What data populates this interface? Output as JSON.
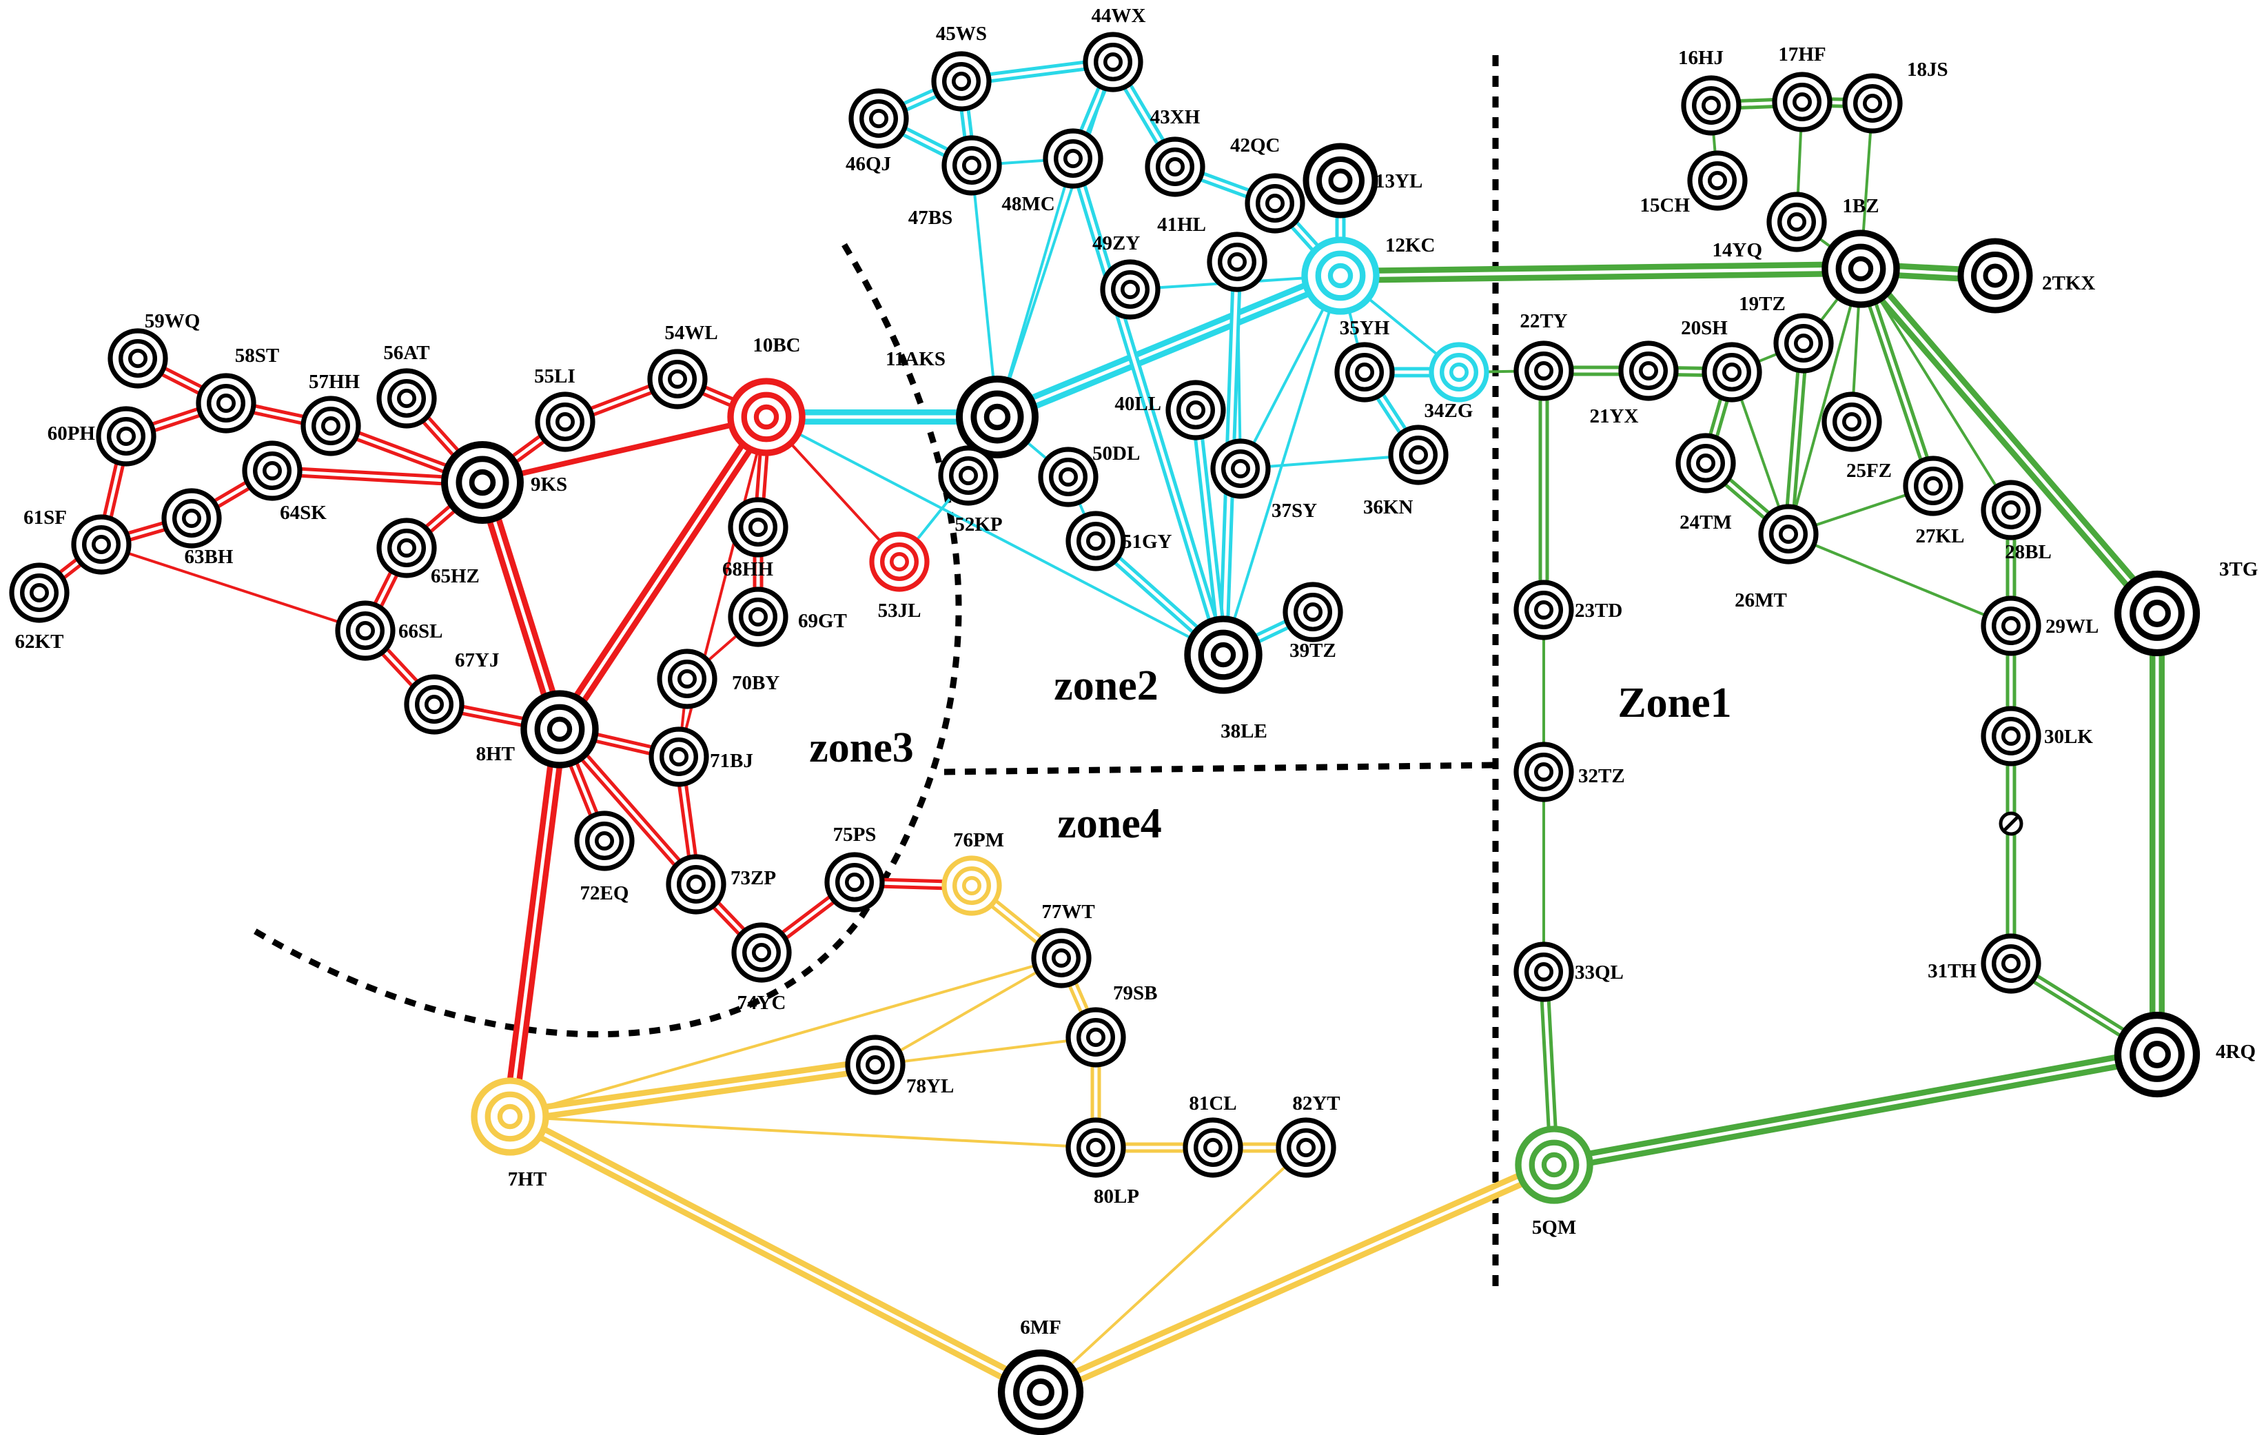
{
  "colors": {
    "zone1": "#4aa83c",
    "zone2": "#2ad8e8",
    "zone3": "#ec1b1b",
    "zone4": "#f6cb4a",
    "black": "#000000"
  },
  "zones": [
    {
      "id": "zone1",
      "label": "Zone1"
    },
    {
      "id": "zone2",
      "label": "zone2"
    },
    {
      "id": "zone3",
      "label": "zone3"
    },
    {
      "id": "zone4",
      "label": "zone4"
    }
  ],
  "nodes": [
    {
      "id": "1BZ",
      "label": "1BZ"
    },
    {
      "id": "2TKX",
      "label": "2TKX"
    },
    {
      "id": "3TG",
      "label": "3TG"
    },
    {
      "id": "4RQ",
      "label": "4RQ"
    },
    {
      "id": "5QM",
      "label": "5QM"
    },
    {
      "id": "6MF",
      "label": "6MF"
    },
    {
      "id": "7HT",
      "label": "7HT"
    },
    {
      "id": "8HT",
      "label": "8HT"
    },
    {
      "id": "9KS",
      "label": "9KS"
    },
    {
      "id": "10BC",
      "label": "10BC"
    },
    {
      "id": "11AKS",
      "label": "11AKS"
    },
    {
      "id": "12KC",
      "label": "12KC"
    },
    {
      "id": "13YL",
      "label": "13YL"
    },
    {
      "id": "14YQ",
      "label": "14YQ"
    },
    {
      "id": "15CH",
      "label": "15CH"
    },
    {
      "id": "16HJ",
      "label": "16HJ"
    },
    {
      "id": "17HF",
      "label": "17HF"
    },
    {
      "id": "18JS",
      "label": "18JS"
    },
    {
      "id": "19TZ",
      "label": "19TZ"
    },
    {
      "id": "20SH",
      "label": "20SH"
    },
    {
      "id": "21YX",
      "label": "21YX"
    },
    {
      "id": "22TY",
      "label": "22TY"
    },
    {
      "id": "23TD",
      "label": "23TD"
    },
    {
      "id": "24TM",
      "label": "24TM"
    },
    {
      "id": "25FZ",
      "label": "25FZ"
    },
    {
      "id": "26MT",
      "label": "26MT"
    },
    {
      "id": "27KL",
      "label": "27KL"
    },
    {
      "id": "28BL",
      "label": "28BL"
    },
    {
      "id": "29WL",
      "label": "29WL"
    },
    {
      "id": "30LK",
      "label": "30LK"
    },
    {
      "id": "31TH",
      "label": "31TH"
    },
    {
      "id": "32TZ",
      "label": "32TZ"
    },
    {
      "id": "33QL",
      "label": "33QL"
    },
    {
      "id": "34ZG",
      "label": "34ZG"
    },
    {
      "id": "35YH",
      "label": "35YH"
    },
    {
      "id": "36KN",
      "label": "36KN"
    },
    {
      "id": "37SY",
      "label": "37SY"
    },
    {
      "id": "38LE",
      "label": "38LE"
    },
    {
      "id": "39TZ",
      "label": "39TZ"
    },
    {
      "id": "40LL",
      "label": "40LL"
    },
    {
      "id": "41HL",
      "label": "41HL"
    },
    {
      "id": "42QC",
      "label": "42QC"
    },
    {
      "id": "43XH",
      "label": "43XH"
    },
    {
      "id": "44WX",
      "label": "44WX"
    },
    {
      "id": "45WS",
      "label": "45WS"
    },
    {
      "id": "46QJ",
      "label": "46QJ"
    },
    {
      "id": "47BS",
      "label": "47BS"
    },
    {
      "id": "48MC",
      "label": "48MC"
    },
    {
      "id": "49ZY",
      "label": "49ZY"
    },
    {
      "id": "50DL",
      "label": "50DL"
    },
    {
      "id": "51GY",
      "label": "51GY"
    },
    {
      "id": "52KP",
      "label": "52KP"
    },
    {
      "id": "53JL",
      "label": "53JL"
    },
    {
      "id": "54WL",
      "label": "54WL"
    },
    {
      "id": "55LI",
      "label": "55LI"
    },
    {
      "id": "56AT",
      "label": "56AT"
    },
    {
      "id": "57HH",
      "label": "57HH"
    },
    {
      "id": "58ST",
      "label": "58ST"
    },
    {
      "id": "59WQ",
      "label": "59WQ"
    },
    {
      "id": "60PH",
      "label": "60PH"
    },
    {
      "id": "61SF",
      "label": "61SF"
    },
    {
      "id": "62KT",
      "label": "62KT"
    },
    {
      "id": "63BH",
      "label": "63BH"
    },
    {
      "id": "64SK",
      "label": "64SK"
    },
    {
      "id": "65HZ",
      "label": "65HZ"
    },
    {
      "id": "66SL",
      "label": "66SL"
    },
    {
      "id": "67YJ",
      "label": "67YJ"
    },
    {
      "id": "68HH",
      "label": "68HH"
    },
    {
      "id": "69GT",
      "label": "69GT"
    },
    {
      "id": "70BY",
      "label": "70BY"
    },
    {
      "id": "71BJ",
      "label": "71BJ"
    },
    {
      "id": "72EQ",
      "label": "72EQ"
    },
    {
      "id": "73ZP",
      "label": "73ZP"
    },
    {
      "id": "74YC",
      "label": "74YC"
    },
    {
      "id": "75PS",
      "label": "75PS"
    },
    {
      "id": "76PM",
      "label": "76PM"
    },
    {
      "id": "77WT",
      "label": "77WT"
    },
    {
      "id": "78YL",
      "label": "78YL"
    },
    {
      "id": "79SB",
      "label": "79SB"
    },
    {
      "id": "80LP",
      "label": "80LP"
    },
    {
      "id": "81CL",
      "label": "81CL"
    },
    {
      "id": "82YT",
      "label": "82YT"
    }
  ],
  "edges": [
    [
      "12KC",
      "1BZ",
      "zone1",
      "triple"
    ],
    [
      "1BZ",
      "2TKX",
      "zone1",
      "triple"
    ],
    [
      "1BZ",
      "3TG",
      "zone1",
      "triple"
    ],
    [
      "3TG",
      "4RQ",
      "zone1",
      "triple"
    ],
    [
      "4RQ",
      "5QM",
      "zone1",
      "triple"
    ],
    [
      "4RQ",
      "31TH",
      "zone1",
      "double"
    ],
    [
      "31TH",
      "30LK",
      "zone1",
      "double"
    ],
    [
      "30LK",
      "29WL",
      "zone1",
      "double"
    ],
    [
      "29WL",
      "28BL",
      "zone1",
      "double"
    ],
    [
      "28BL",
      "1BZ",
      "zone1",
      "single"
    ],
    [
      "1BZ",
      "14YQ",
      "zone1",
      "single"
    ],
    [
      "14YQ",
      "17HF",
      "zone1",
      "single"
    ],
    [
      "16HJ",
      "17HF",
      "zone1",
      "double"
    ],
    [
      "17HF",
      "18JS",
      "zone1",
      "double"
    ],
    [
      "16HJ",
      "15CH",
      "zone1",
      "single"
    ],
    [
      "18JS",
      "1BZ",
      "zone1",
      "single"
    ],
    [
      "1BZ",
      "19TZ",
      "zone1",
      "single"
    ],
    [
      "1BZ",
      "25FZ",
      "zone1",
      "single"
    ],
    [
      "1BZ",
      "27KL",
      "zone1",
      "double"
    ],
    [
      "1BZ",
      "26MT",
      "zone1",
      "single"
    ],
    [
      "19TZ",
      "20SH",
      "zone1",
      "single"
    ],
    [
      "19TZ",
      "26MT",
      "zone1",
      "double"
    ],
    [
      "20SH",
      "24TM",
      "zone1",
      "double"
    ],
    [
      "20SH",
      "26MT",
      "zone1",
      "single"
    ],
    [
      "20SH",
      "21YX",
      "zone1",
      "double"
    ],
    [
      "21YX",
      "22TY",
      "zone1",
      "double"
    ],
    [
      "22TY",
      "34ZG",
      "zone1",
      "single"
    ],
    [
      "24TM",
      "26MT",
      "zone1",
      "double"
    ],
    [
      "26MT",
      "27KL",
      "zone1",
      "single"
    ],
    [
      "26MT",
      "29WL",
      "zone1",
      "single"
    ],
    [
      "22TY",
      "23TD",
      "zone1",
      "double"
    ],
    [
      "23TD",
      "32TZ",
      "zone1",
      "single"
    ],
    [
      "32TZ",
      "33QL",
      "zone1",
      "single"
    ],
    [
      "33QL",
      "5QM",
      "zone1",
      "double"
    ],
    [
      "5QM",
      "6MF",
      "zone4",
      "triple"
    ],
    [
      "10BC",
      "11AKS",
      "zone2",
      "triple"
    ],
    [
      "11AKS",
      "12KC",
      "zone2",
      "triple"
    ],
    [
      "12KC",
      "13YL",
      "zone2",
      "double"
    ],
    [
      "12KC",
      "34ZG",
      "zone2",
      "single"
    ],
    [
      "12KC",
      "35YH",
      "zone2",
      "single"
    ],
    [
      "12KC",
      "42QC",
      "zone2",
      "double"
    ],
    [
      "12KC",
      "38LE",
      "zone2",
      "single"
    ],
    [
      "12KC",
      "37SY",
      "zone2",
      "single"
    ],
    [
      "12KC",
      "49ZY",
      "zone2",
      "single"
    ],
    [
      "35YH",
      "34ZG",
      "zone2",
      "double"
    ],
    [
      "35YH",
      "36KN",
      "zone2",
      "double"
    ],
    [
      "36KN",
      "37SY",
      "zone2",
      "single"
    ],
    [
      "37SY",
      "41HL",
      "zone2",
      "single"
    ],
    [
      "38LE",
      "41HL",
      "zone2",
      "double"
    ],
    [
      "38LE",
      "40LL",
      "zone2",
      "double"
    ],
    [
      "38LE",
      "39TZ",
      "zone2",
      "double"
    ],
    [
      "38LE",
      "48MC",
      "zone2",
      "double"
    ],
    [
      "38LE",
      "51GY",
      "zone2",
      "double"
    ],
    [
      "10BC",
      "38LE",
      "zone2",
      "single"
    ],
    [
      "42QC",
      "43XH",
      "zone2",
      "double"
    ],
    [
      "43XH",
      "44WX",
      "zone2",
      "double"
    ],
    [
      "44WX",
      "45WS",
      "zone2",
      "double"
    ],
    [
      "44WX",
      "48MC",
      "zone2",
      "double"
    ],
    [
      "44WX",
      "11AKS",
      "zone2",
      "single"
    ],
    [
      "45WS",
      "46QJ",
      "zone2",
      "double"
    ],
    [
      "45WS",
      "47BS",
      "zone2",
      "double"
    ],
    [
      "46QJ",
      "47BS",
      "zone2",
      "double"
    ],
    [
      "47BS",
      "48MC",
      "zone2",
      "single"
    ],
    [
      "47BS",
      "11AKS",
      "zone2",
      "single"
    ],
    [
      "48MC",
      "11AKS",
      "zone2",
      "single"
    ],
    [
      "11AKS",
      "50DL",
      "zone2",
      "single"
    ],
    [
      "11AKS",
      "52KP",
      "zone2",
      "single"
    ],
    [
      "50DL",
      "51GY",
      "zone2",
      "single"
    ],
    [
      "52KP",
      "53JL",
      "zone2",
      "single"
    ],
    [
      "10BC",
      "9KS",
      "zone3",
      "single-thick"
    ],
    [
      "10BC",
      "54WL",
      "zone3",
      "double"
    ],
    [
      "10BC",
      "8HT",
      "zone3",
      "triple"
    ],
    [
      "10BC",
      "53JL",
      "zone3",
      "single"
    ],
    [
      "10BC",
      "68HH",
      "zone3",
      "double"
    ],
    [
      "10BC",
      "71BJ",
      "zone3",
      "single"
    ],
    [
      "54WL",
      "55LI",
      "zone3",
      "double"
    ],
    [
      "55LI",
      "9KS",
      "zone3",
      "double"
    ],
    [
      "9KS",
      "56AT",
      "zone3",
      "double"
    ],
    [
      "9KS",
      "57HH",
      "zone3",
      "double"
    ],
    [
      "9KS",
      "64SK",
      "zone3",
      "double"
    ],
    [
      "9KS",
      "65HZ",
      "zone3",
      "double"
    ],
    [
      "9KS",
      "8HT",
      "zone3",
      "triple"
    ],
    [
      "57HH",
      "58ST",
      "zone3",
      "double"
    ],
    [
      "58ST",
      "59WQ",
      "zone3",
      "double"
    ],
    [
      "58ST",
      "60PH",
      "zone3",
      "double"
    ],
    [
      "60PH",
      "61SF",
      "zone3",
      "double"
    ],
    [
      "61SF",
      "62KT",
      "zone3",
      "double"
    ],
    [
      "61SF",
      "63BH",
      "zone3",
      "double"
    ],
    [
      "61SF",
      "66SL",
      "zone3",
      "single"
    ],
    [
      "63BH",
      "64SK",
      "zone3",
      "double"
    ],
    [
      "65HZ",
      "66SL",
      "zone3",
      "double"
    ],
    [
      "66SL",
      "67YJ",
      "zone3",
      "double"
    ],
    [
      "67YJ",
      "8HT",
      "zone3",
      "double"
    ],
    [
      "8HT",
      "71BJ",
      "zone3",
      "double"
    ],
    [
      "8HT",
      "72EQ",
      "zone3",
      "double"
    ],
    [
      "8HT",
      "73ZP",
      "zone3",
      "double"
    ],
    [
      "8HT",
      "7HT",
      "zone3",
      "triple"
    ],
    [
      "68HH",
      "69GT",
      "zone3",
      "double"
    ],
    [
      "69GT",
      "70BY",
      "zone3",
      "single"
    ],
    [
      "70BY",
      "71BJ",
      "zone3",
      "single"
    ],
    [
      "71BJ",
      "73ZP",
      "zone3",
      "double"
    ],
    [
      "73ZP",
      "74YC",
      "zone3",
      "double"
    ],
    [
      "74YC",
      "75PS",
      "zone3",
      "double"
    ],
    [
      "75PS",
      "76PM",
      "zone3",
      "double"
    ],
    [
      "76PM",
      "77WT",
      "zone4",
      "double"
    ],
    [
      "77WT",
      "78YL",
      "zone4",
      "single"
    ],
    [
      "77WT",
      "79SB",
      "zone4",
      "double"
    ],
    [
      "77WT",
      "7HT",
      "zone4",
      "single"
    ],
    [
      "79SB",
      "78YL",
      "zone4",
      "single"
    ],
    [
      "79SB",
      "80LP",
      "zone4",
      "double"
    ],
    [
      "80LP",
      "81CL",
      "zone4",
      "double"
    ],
    [
      "81CL",
      "82YT",
      "zone4",
      "double"
    ],
    [
      "80LP",
      "7HT",
      "zone4",
      "single"
    ],
    [
      "78YL",
      "7HT",
      "zone4",
      "triple"
    ],
    [
      "7HT",
      "6MF",
      "zone4",
      "triple"
    ],
    [
      "82YT",
      "6MF",
      "zone4",
      "single"
    ]
  ]
}
